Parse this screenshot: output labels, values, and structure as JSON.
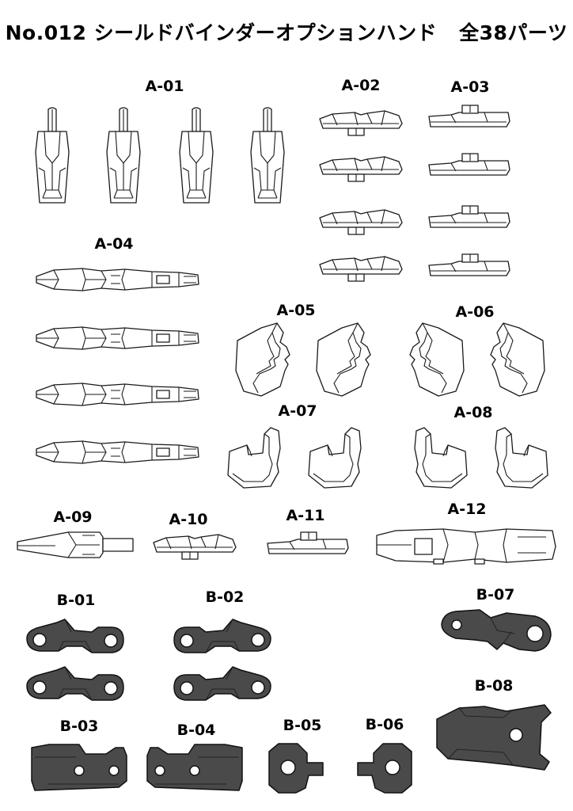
{
  "title": {
    "code": "No.012",
    "name": "シールドバインダーオプションハンド",
    "count": "全38パーツ"
  },
  "labels": {
    "a01": "A-01",
    "a02": "A-02",
    "a03": "A-03",
    "a04": "A-04",
    "a05": "A-05",
    "a06": "A-06",
    "a07": "A-07",
    "a08": "A-08",
    "a09": "A-09",
    "a10": "A-10",
    "a11": "A-11",
    "a12": "A-12",
    "b01": "B-01",
    "b02": "B-02",
    "b03": "B-03",
    "b04": "B-04",
    "b05": "B-05",
    "b06": "B-06",
    "b07": "B-07",
    "b08": "B-08"
  },
  "colors": {
    "line_art": "#1a1a1a",
    "dark_part_fill": "#4a4a4a",
    "background": "#ffffff"
  }
}
